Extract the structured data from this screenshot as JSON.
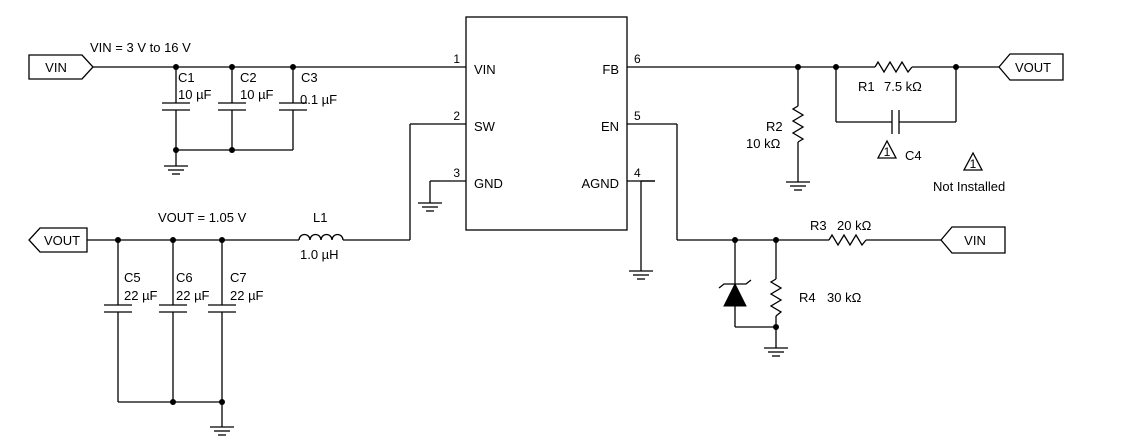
{
  "ic": {
    "pins": {
      "p1": {
        "num": "1",
        "name": "VIN"
      },
      "p2": {
        "num": "2",
        "name": "SW"
      },
      "p3": {
        "num": "3",
        "name": "GND"
      },
      "p4": {
        "num": "4",
        "name": "AGND"
      },
      "p5": {
        "num": "5",
        "name": "EN"
      },
      "p6": {
        "num": "6",
        "name": "FB"
      }
    }
  },
  "ports": {
    "vin_in": "VIN",
    "vout_fb": "VOUT",
    "vout_out": "VOUT",
    "vin_en": "VIN"
  },
  "net_labels": {
    "vin_range": "VIN = 3 V to 16 V",
    "vout_value": "VOUT = 1.05 V"
  },
  "components": {
    "c1": {
      "ref": "C1",
      "value": "10 µF"
    },
    "c2": {
      "ref": "C2",
      "value": "10 µF"
    },
    "c3": {
      "ref": "C3",
      "value": "0.1 µF"
    },
    "c4": {
      "ref": "C4",
      "flag": "1"
    },
    "c5": {
      "ref": "C5",
      "value": "22 µF"
    },
    "c6": {
      "ref": "C6",
      "value": "22 µF"
    },
    "c7": {
      "ref": "C7",
      "value": "22 µF"
    },
    "l1": {
      "ref": "L1",
      "value": "1.0 µH"
    },
    "r1": {
      "ref": "R1",
      "value": "7.5 kΩ"
    },
    "r2": {
      "ref": "R2",
      "value": "10 kΩ"
    },
    "r3": {
      "ref": "R3",
      "value": "20 kΩ"
    },
    "r4": {
      "ref": "R4",
      "value": "30 kΩ"
    }
  },
  "legend": {
    "flag": "1",
    "text": "Not Installed"
  }
}
